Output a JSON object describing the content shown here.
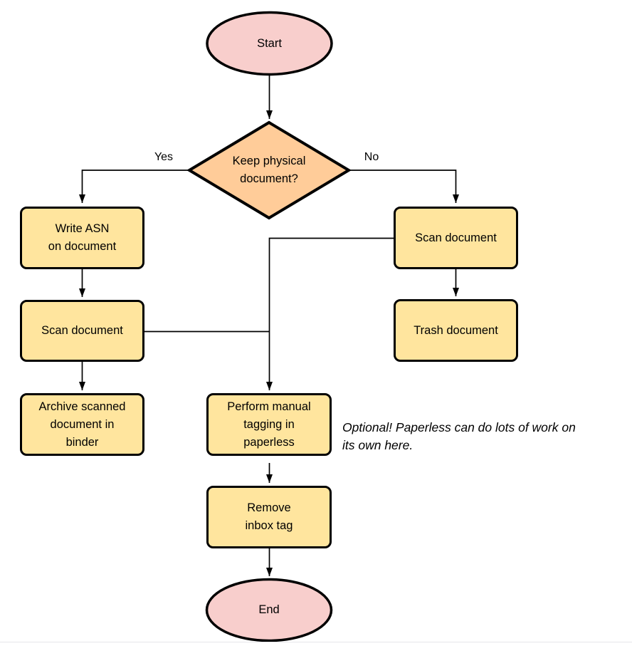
{
  "colors": {
    "terminal_fill": "#f8cecc",
    "decision_fill": "#ffcc99",
    "process_fill": "#ffe59e",
    "stroke": "#000000"
  },
  "nodes": {
    "start": {
      "label": "Start"
    },
    "decision": {
      "label": "Keep physical\ndocument?"
    },
    "write_asn": {
      "label": "Write ASN\non document"
    },
    "scan_left": {
      "label": "Scan document"
    },
    "archive": {
      "label": "Archive scanned\ndocument in\nbinder"
    },
    "scan_right": {
      "label": "Scan document"
    },
    "trash": {
      "label": "Trash document"
    },
    "tagging": {
      "label": "Perform manual\ntagging in\npaperless"
    },
    "remove_inbox": {
      "label": "Remove\ninbox tag"
    },
    "end": {
      "label": "End"
    }
  },
  "edge_labels": {
    "yes": "Yes",
    "no": "No"
  },
  "note": {
    "text": "Optional! Paperless can do lots of work on\nits own here."
  }
}
